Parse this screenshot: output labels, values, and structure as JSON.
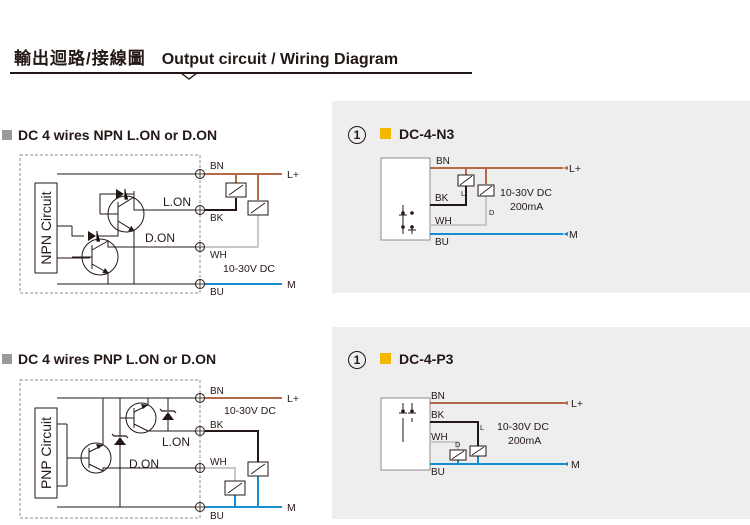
{
  "header": {
    "title_cn": "輸出迴路/接線圖",
    "title_en": "Output circuit / Wiring Diagram"
  },
  "npn": {
    "title": "DC 4 wires NPN  L.ON  or  D.ON",
    "circuit_label": "NPN Circuit",
    "lon": "L.ON",
    "don": "D.ON",
    "wires": {
      "bn": "BN",
      "bk": "BK",
      "wh": "WH",
      "bu": "BU"
    },
    "supply": "10-30V DC",
    "lplus": "L+",
    "m": "M",
    "panel": {
      "number": "1",
      "model": "DC-4-N3",
      "wires": {
        "bn": "BN",
        "bk": "BK",
        "wh": "WH",
        "bu": "BU"
      },
      "load_l": "L",
      "load_d": "D",
      "supply": "10-30V DC",
      "current": "200mA",
      "lplus": "L+",
      "m": "M"
    }
  },
  "pnp": {
    "title": "DC 4 wires PNP  L.ON  or  D.ON",
    "circuit_label": "PNP Circuit",
    "lon": "L.ON",
    "don": "D.ON",
    "wires": {
      "bn": "BN",
      "bk": "BK",
      "wh": "WH",
      "bu": "BU"
    },
    "supply": "10-30V DC",
    "lplus": "L+",
    "m": "M",
    "panel": {
      "number": "1",
      "model": "DC-4-P3",
      "wires": {
        "bn": "BN",
        "bk": "BK",
        "wh": "WH",
        "bu": "BU"
      },
      "load_l": "L",
      "load_d": "D",
      "supply": "10-30V DC",
      "current": "200mA",
      "lplus": "L+",
      "m": "M"
    }
  },
  "colors": {
    "brown": "#b46a46",
    "black": "#231815",
    "white_wire": "#c9c9c9",
    "blue": "#1a8dd0",
    "panel_bg": "#eeeeef",
    "accent": "#f3b700"
  }
}
